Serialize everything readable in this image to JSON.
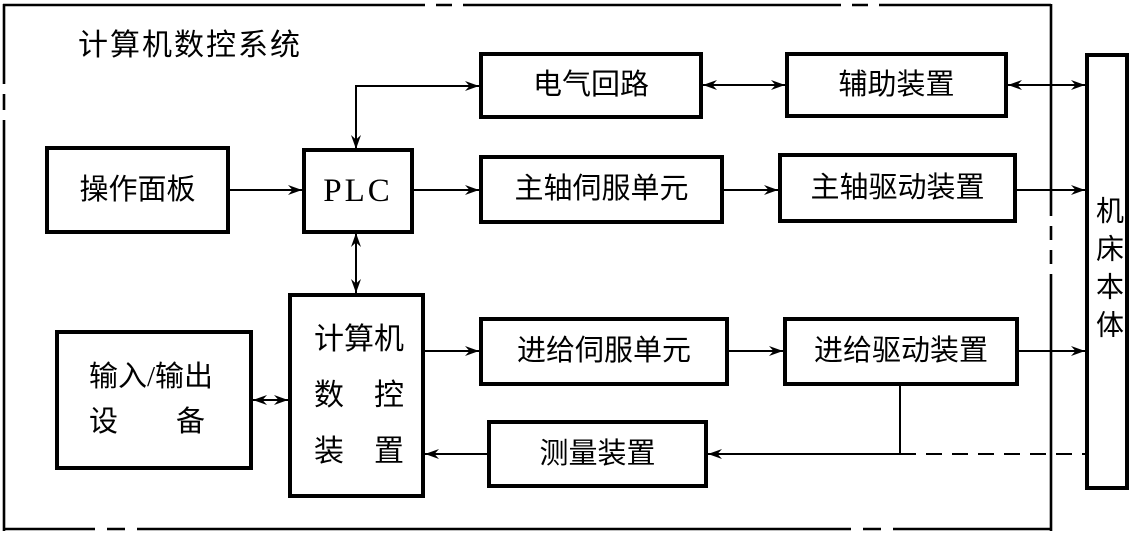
{
  "diagram": {
    "system_label": "计算机数控系统",
    "boxes": {
      "operation_panel": {
        "label": "操作面板"
      },
      "plc": {
        "label": "PLC"
      },
      "electrical_circuit": {
        "label": "电气回路"
      },
      "auxiliary_device": {
        "label": "辅助装置"
      },
      "spindle_servo_unit": {
        "label": "主轴伺服单元"
      },
      "spindle_drive_device": {
        "label": "主轴驱动装置"
      },
      "io_device": {
        "line1": "输入/输出",
        "line2": "设　　备"
      },
      "cnc_device": {
        "line1": "计算机",
        "line2": "数　控",
        "line3": "装　置"
      },
      "feed_servo_unit": {
        "label": "进给伺服单元"
      },
      "feed_drive_device": {
        "label": "进给驱动装置"
      },
      "measuring_device": {
        "label": "测量装置"
      },
      "machine_tool_body": {
        "label": "机床本体"
      }
    },
    "colors": {
      "line": "#000000",
      "background": "#ffffff",
      "text": "#000000"
    }
  }
}
